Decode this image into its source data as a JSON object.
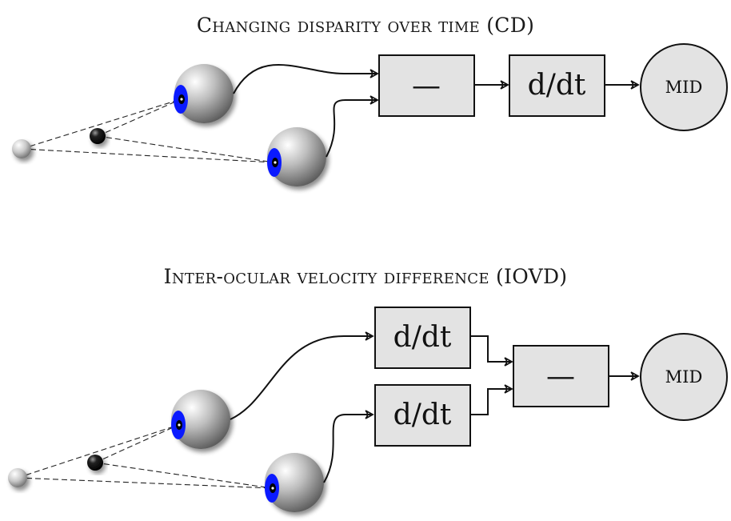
{
  "panels": {
    "cd": {
      "title": "Changing disparity over time (CD)",
      "subtract_label": "—",
      "derivative_label": "d/dt",
      "output_label": "MID"
    },
    "iovd": {
      "title": "Inter-ocular velocity difference (IOVD)",
      "derivative_top_label": "d/dt",
      "derivative_bottom_label": "d/dt",
      "subtract_label": "—",
      "output_label": "MID"
    }
  },
  "colors": {
    "iris": "#0a1aff",
    "box_fill": "#e3e3e3",
    "circle_fill": "#e3e3e3",
    "stroke": "#111111"
  }
}
